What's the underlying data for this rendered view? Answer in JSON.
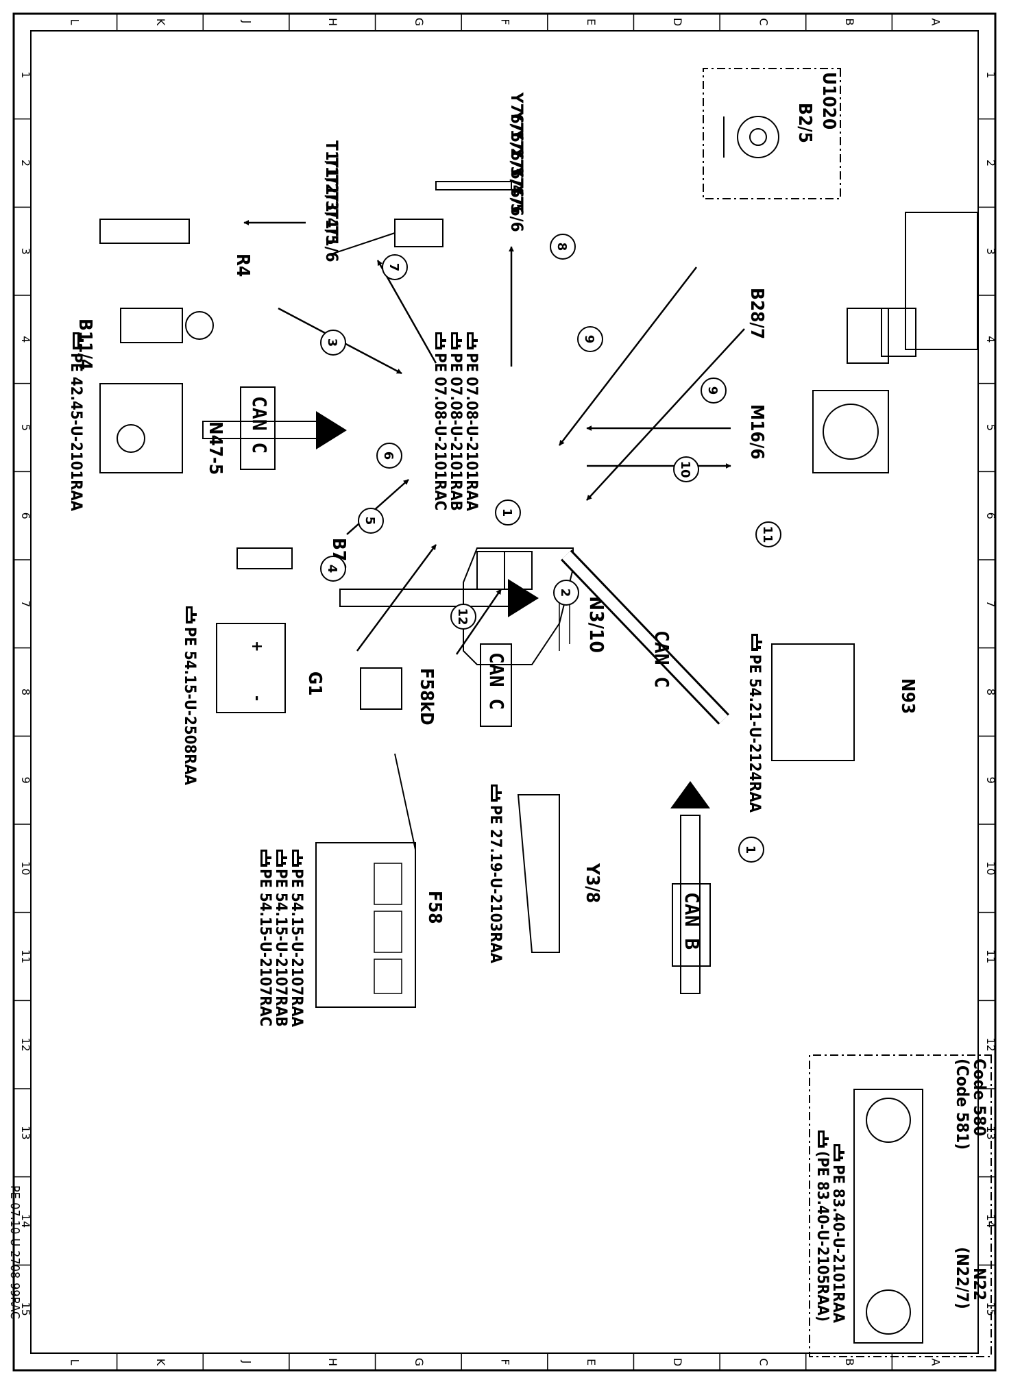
{
  "grid": {
    "rows": [
      "1",
      "2",
      "3",
      "4",
      "5",
      "6",
      "7",
      "8",
      "9",
      "10",
      "11",
      "12",
      "13",
      "14",
      "15"
    ],
    "cols": [
      "A",
      "B",
      "C",
      "D",
      "E",
      "F",
      "G",
      "H",
      "J",
      "K",
      "L"
    ]
  },
  "components": {
    "U1020": "U1020",
    "B2_5": "B2/5",
    "Y76": [
      "Y76/1",
      "Y76/2",
      "Y76/3",
      "Y76/4",
      "Y76/5",
      "Y76/6"
    ],
    "T1": [
      "T1/1",
      "T1/2",
      "T1/3",
      "T1/4",
      "T1/5",
      "T1/6"
    ],
    "R4": "R4",
    "B11_4": "B11/4",
    "B28_7": "B28/7",
    "N3_10": "N3/10",
    "M16_6": "M16/6",
    "N47_5": "N47-5",
    "B70": "B70",
    "G1": "G1",
    "F58kD": "F58kD",
    "F58": "F58",
    "Y3_8": "Y3/8",
    "N93": "N93",
    "N22": "N22",
    "N22_7": "(N22/7)",
    "code580": "Code 580",
    "code581": "(Code 581)"
  },
  "refs": {
    "N3_10": [
      "PE 07.08-U-2101RAA",
      "PE 07.08-U-2101RAB",
      "PE 07.08-U-2101RAC"
    ],
    "N47_5": "PE 42.45-U-2101RAA",
    "G1": "PE 54.15-U-2508RAA",
    "F58": [
      "PE 54.15-U-2107RAA",
      "PE 54.15-U-2107RAB",
      "PE 54.15-U-2107RAC"
    ],
    "Y3_8": "PE 27.19-U-2103RAA",
    "N93": "PE 54.21-U-2124RAA",
    "N22": "PE 83.40-U-2101RAA",
    "N22_7": "(PE 83.40-U-2105RAA)"
  },
  "buses": {
    "can_c": "CAN C",
    "can_b": "CAN B"
  },
  "arrow_numbers": [
    "1",
    "2",
    "3",
    "4",
    "5",
    "6",
    "7",
    "8",
    "9",
    "10",
    "11",
    "12"
  ],
  "footer": "PE 07.10-U-2708-99RAC",
  "pointer_icon": "hand-pointer-icon"
}
